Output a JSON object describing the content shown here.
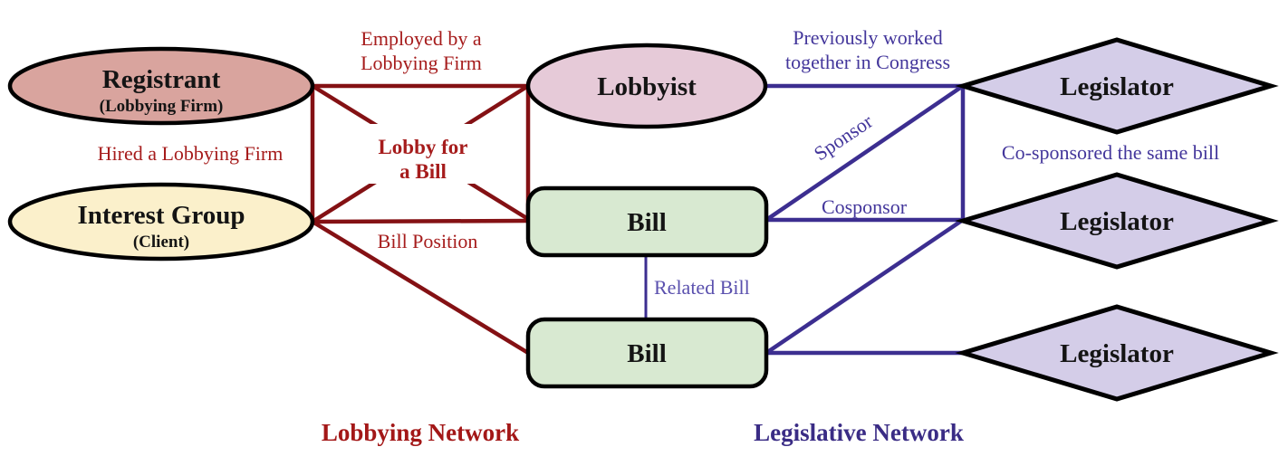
{
  "colors": {
    "lobbying_edge": "#841114",
    "lobbying_label": "#A61C1C",
    "lobbying_caption": "#A31717",
    "legislative_edge": "#3C2E90",
    "legislative_label": "#43369B",
    "related_bill_label": "#5A50AE",
    "legislative_caption": "#3A2C85"
  },
  "nodes": {
    "registrant": {
      "label": "Registrant",
      "sublabel": "(Lobbying Firm)",
      "fill": "#D9A49E"
    },
    "interest_group": {
      "label": "Interest Group",
      "sublabel": "(Client)",
      "fill": "#FBF0CB"
    },
    "lobbyist": {
      "label": "Lobbyist",
      "fill": "#E6CAD8"
    },
    "bill_top": {
      "label": "Bill",
      "fill": "#D8E9D1"
    },
    "bill_bottom": {
      "label": "Bill",
      "fill": "#D8E9D1"
    },
    "legislator_top": {
      "label": "Legislator",
      "fill": "#D4CDE8"
    },
    "legislator_middle": {
      "label": "Legislator",
      "fill": "#D4CDE8"
    },
    "legislator_bottom": {
      "label": "Legislator",
      "fill": "#D4CDE8"
    }
  },
  "edge_labels": {
    "employed_by": {
      "line1": "Employed by a",
      "line2": "Lobbying Firm"
    },
    "hired": "Hired a Lobbying Firm",
    "lobby_for": {
      "line1": "Lobby for",
      "line2": "a Bill"
    },
    "bill_position": "Bill Position",
    "previously_worked": {
      "line1": "Previously worked",
      "line2": "together in Congress"
    },
    "sponsor": "Sponsor",
    "cosponsor": "Cosponsor",
    "cosponsored_same_bill": "Co-sponsored the same bill",
    "related_bill": "Related Bill"
  },
  "captions": {
    "lobbying": "Lobbying Network",
    "legislative": "Legislative Network"
  }
}
